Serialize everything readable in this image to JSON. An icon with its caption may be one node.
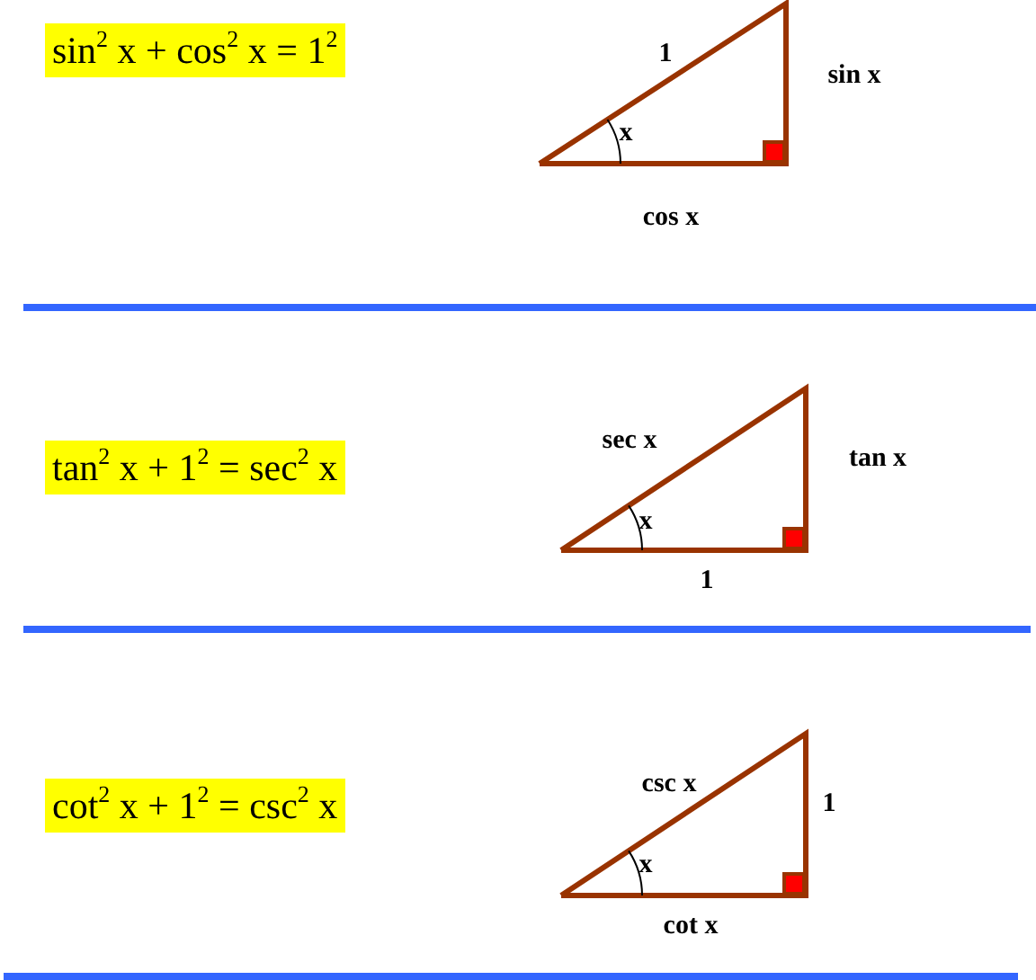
{
  "diagram": {
    "nodes": [
      {
        "text": [
          "sin$^{2}$ x + cos$^{2}$ x = 1$^{2}$"
        ]
      },
      {
        "text": [
          "tan$^{2}$ x + 1$^{2}$ = sec$^{2}$ x"
        ]
      },
      {
        "text": [
          "cot$^{2}$ x + 1$^{2}$ = csc$^{2}$ x"
        ]
      }
    ],
    "edges": [],
    "labels": [
      "1",
      "sin x",
      "x",
      "cos x",
      "sec x",
      "tan x",
      "x",
      "1",
      "csc x",
      "1",
      "x",
      "cot x"
    ]
  }
}
